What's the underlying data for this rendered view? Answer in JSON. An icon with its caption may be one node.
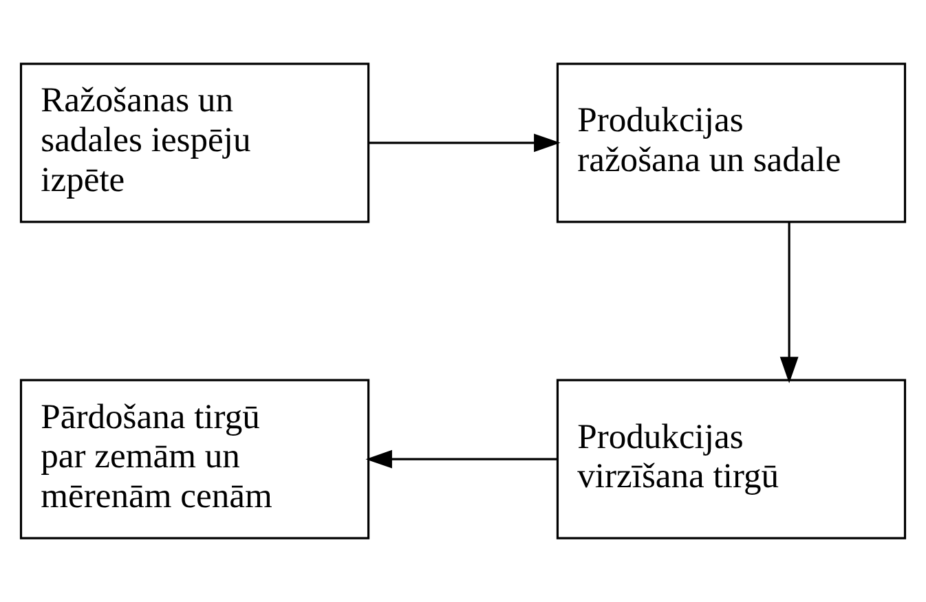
{
  "diagram": {
    "nodes": [
      {
        "text": [
          "Ražošanas un sadales iespēju izpēte"
        ]
      },
      {
        "text": [
          "Produkcijas ražošana un sadale"
        ]
      },
      {
        "text": [
          "Pārdošana tirgū par zemām un mērenām cenām"
        ]
      },
      {
        "text": [
          "Produkcijas virzīšana tirgū"
        ]
      }
    ],
    "edges": [
      {
        "from": 0,
        "to": 1,
        "arrow": "to"
      },
      {
        "from": 1,
        "to": 3,
        "arrow": "to"
      },
      {
        "from": 3,
        "to": 2,
        "arrow": "to"
      }
    ]
  }
}
